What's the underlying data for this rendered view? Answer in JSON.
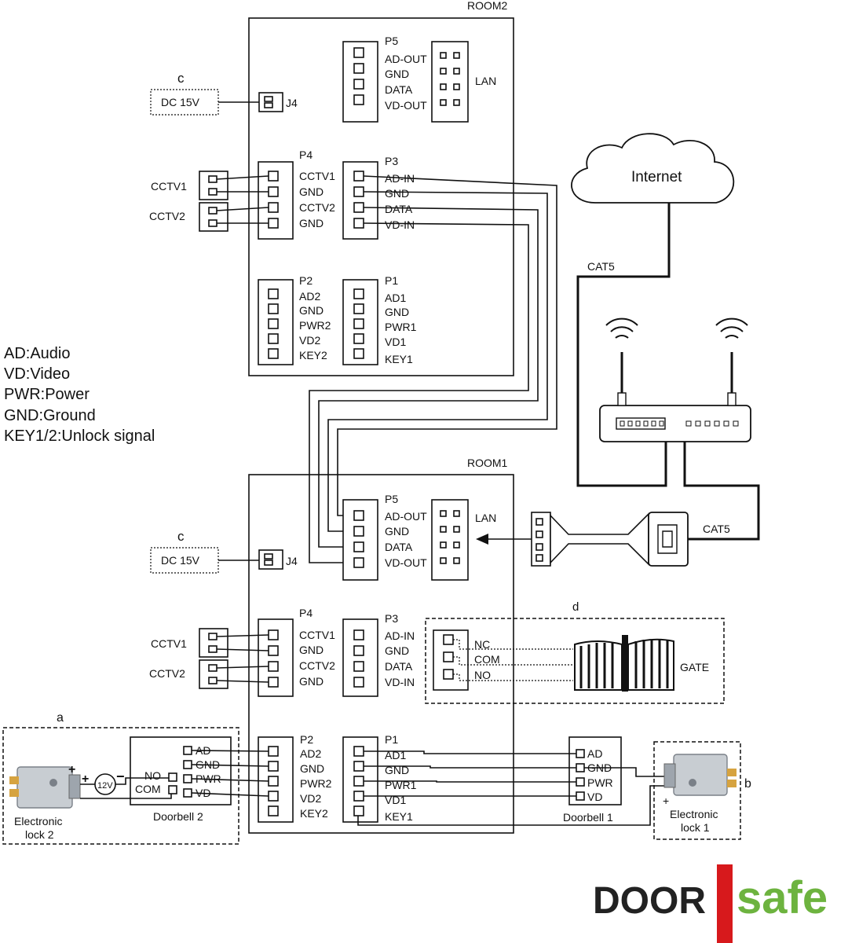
{
  "rooms": {
    "room2": "ROOM2",
    "room1": "ROOM1"
  },
  "connectors": {
    "p5": {
      "name": "P5",
      "pins": [
        "AD-OUT",
        "GND",
        "DATA",
        "VD-OUT"
      ]
    },
    "p4": {
      "name": "P4",
      "pins": [
        "CCTV1",
        "GND",
        "CCTV2",
        "GND"
      ]
    },
    "p3": {
      "name": "P3",
      "pins": [
        "AD-IN",
        "GND",
        "DATA",
        "VD-IN"
      ]
    },
    "p2": {
      "name": "P2",
      "pins": [
        "AD2",
        "GND",
        "PWR2",
        "VD2",
        "KEY2"
      ]
    },
    "p1": {
      "name": "P1",
      "pins": [
        "AD1",
        "GND",
        "PWR1",
        "VD1",
        "KEY1"
      ]
    },
    "j4": "J4",
    "lan": "LAN"
  },
  "power": {
    "letter": "c",
    "label": "DC 15V"
  },
  "cctv": [
    "CCTV1",
    "CCTV2"
  ],
  "network": {
    "internet": "Internet",
    "cable": "CAT5"
  },
  "legend": [
    "AD:Audio",
    "VD:Video",
    "PWR:Power",
    "GND:Ground",
    "KEY1/2:Unlock signal"
  ],
  "gate": {
    "letter": "d",
    "label": "GATE",
    "relay": [
      "NC",
      "COM",
      "NO"
    ]
  },
  "doorbell1": {
    "label": "Doorbell 1",
    "pins": [
      "AD",
      "GND",
      "PWR",
      "VD"
    ]
  },
  "doorbell2": {
    "label": "Doorbell 2",
    "pins": [
      "AD",
      "GND",
      "PWR",
      "VD"
    ],
    "relay": [
      "NO",
      "COM"
    ]
  },
  "lock_a": {
    "letter": "a",
    "label_line1": "Electronic",
    "label_line2": "lock 2",
    "voltage": "12V",
    "plus": "+",
    "minus": "−"
  },
  "lock_b": {
    "letter": "b",
    "label_line1": "Electronic",
    "label_line2": "lock 1",
    "plus": "+"
  },
  "brand": {
    "part1": "DOOR",
    "part2": "safe",
    "colors": {
      "door": "#222222",
      "safe": "#6db33f",
      "bar": "#d7191c"
    }
  }
}
